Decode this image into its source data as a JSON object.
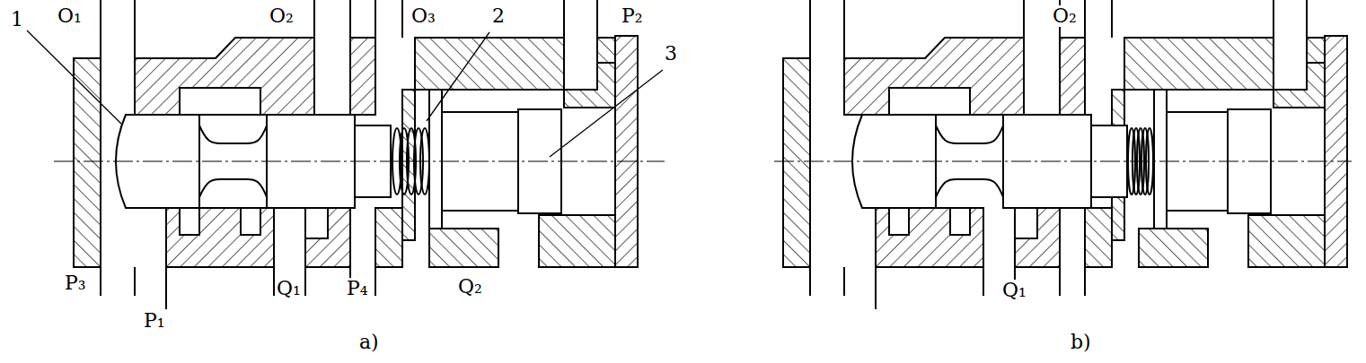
{
  "diagram": {
    "labels": [
      "1",
      "O₁",
      "O₂",
      "O₃",
      "2",
      "P₂",
      "3",
      "P₃",
      "P₁",
      "Q₁",
      "P₄",
      "Q₂",
      "a)",
      "O₂",
      "Q₁",
      "b)"
    ]
  }
}
